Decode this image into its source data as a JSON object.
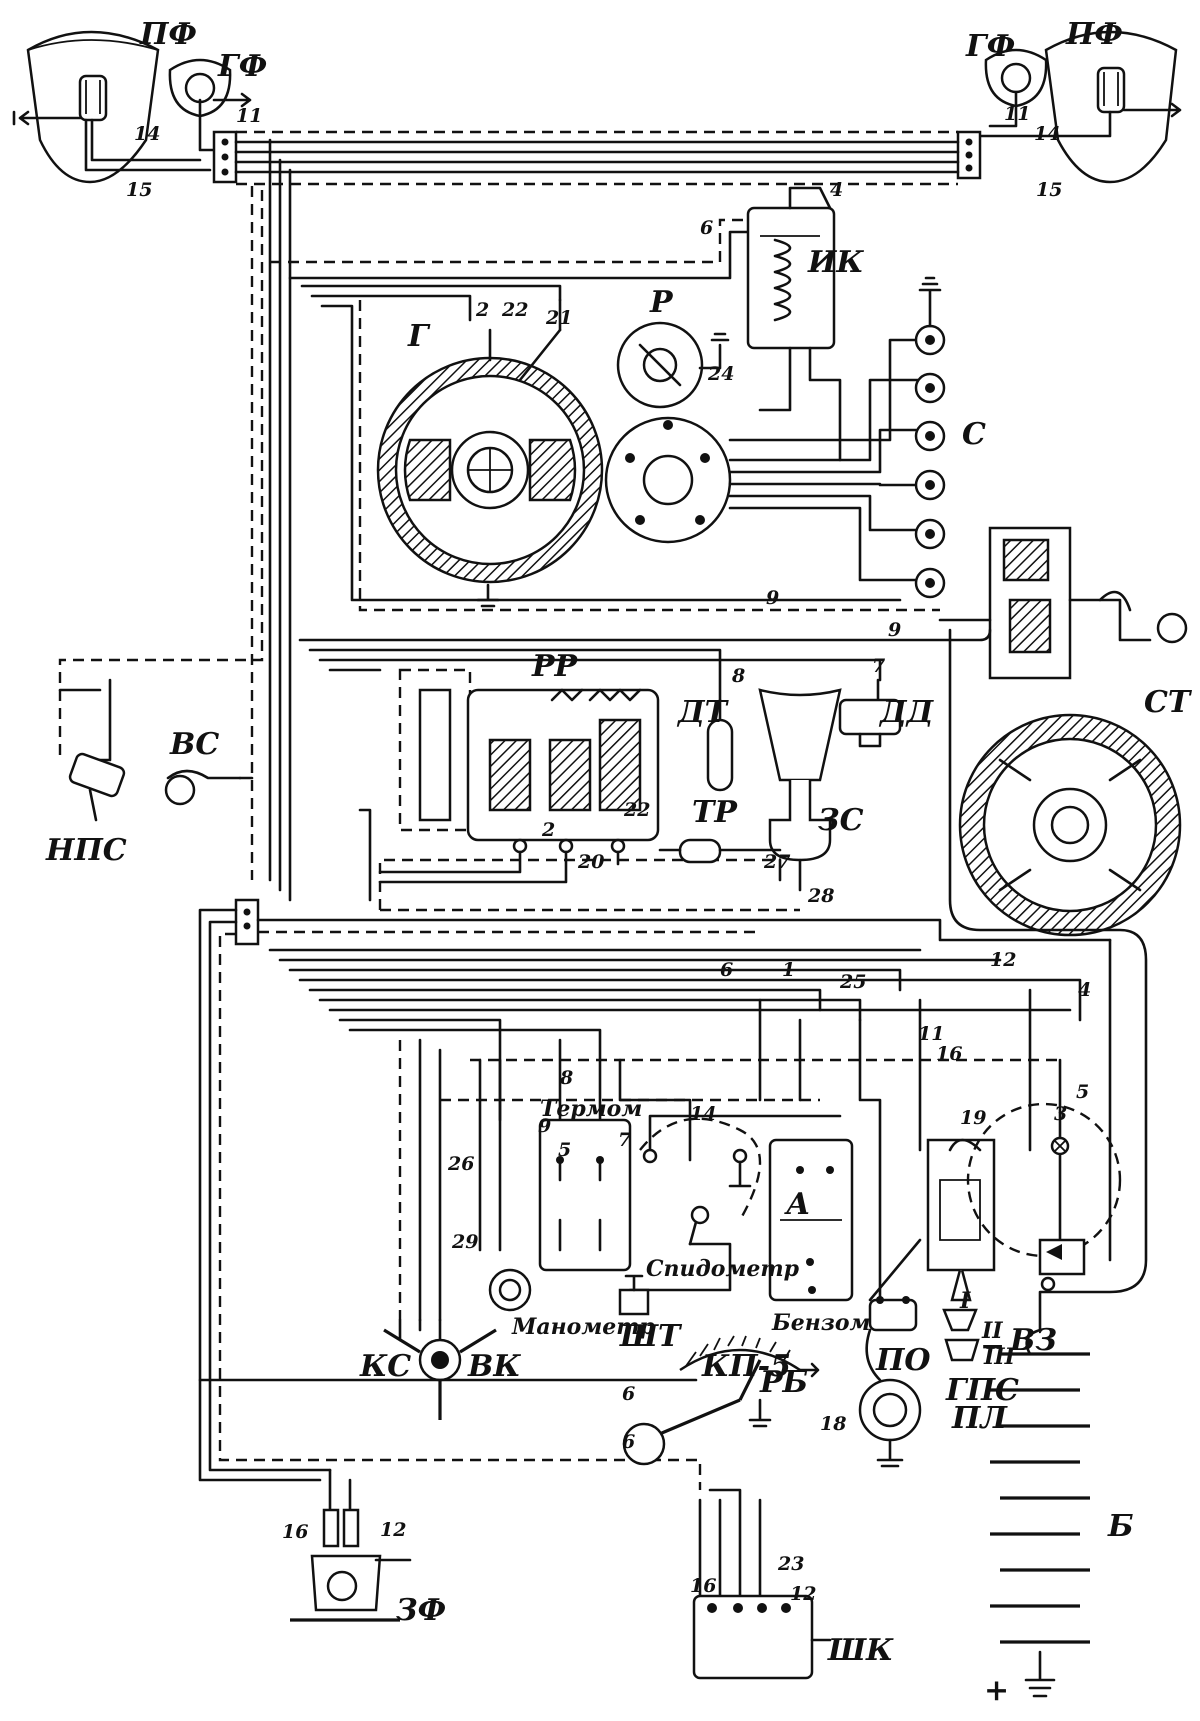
{
  "labels": {
    "pf_left": "ПФ",
    "gf_left": "ГФ",
    "pf_right": "ПФ",
    "gf_right": "ГФ",
    "ik": "ИК",
    "g": "Г",
    "r": "Р",
    "s": "С",
    "st": "СТ",
    "nps": "НПС",
    "vs": "ВС",
    "rr": "РР",
    "dt": "ДТ",
    "dd": "ДД",
    "tr": "ТР",
    "zs": "ЗС",
    "termom": "Термом",
    "a": "А",
    "spidometr": "Спидометр",
    "manometr": "Манометр",
    "benzom": "Бензом",
    "kp5": "КП-5",
    "sht": "ШТ",
    "ks": "КС",
    "vk": "ВК",
    "po": "ПО",
    "gps": "ГПС",
    "pl": "ПЛ",
    "vz": "ВЗ",
    "b": "Б",
    "rb": "РБ",
    "zf": "ЗФ",
    "shk": "ШК",
    "minus": "−",
    "plus": "+",
    "roman1": "I",
    "roman2": "II",
    "roman3": "III"
  },
  "wires": {
    "w1": "1",
    "w2a": "2",
    "w2b": "2",
    "w3": "3",
    "w4a": "4",
    "w4b": "4",
    "w5a": "5",
    "w5b": "5",
    "w6a": "6",
    "w6b": "6",
    "w6c": "6",
    "w6d": "6",
    "w7a": "7",
    "w7b": "7",
    "w8a": "8",
    "w8b": "8",
    "w9a": "9",
    "w9b": "9",
    "w9c": "9",
    "w11a": "11",
    "w11b": "11",
    "w11c": "11",
    "w12a": "12",
    "w12b": "12",
    "w12c": "12",
    "w14a": "14",
    "w14b": "14",
    "w14c": "14",
    "w15a": "15",
    "w15b": "15",
    "w16a": "16",
    "w16b": "16",
    "w16c": "16",
    "w18": "18",
    "w19": "19",
    "w20": "20",
    "w21": "21",
    "w22a": "22",
    "w22b": "22",
    "w23": "23",
    "w24": "24",
    "w25": "25",
    "w26": "26",
    "w27": "27",
    "w28": "28",
    "w29": "29"
  }
}
